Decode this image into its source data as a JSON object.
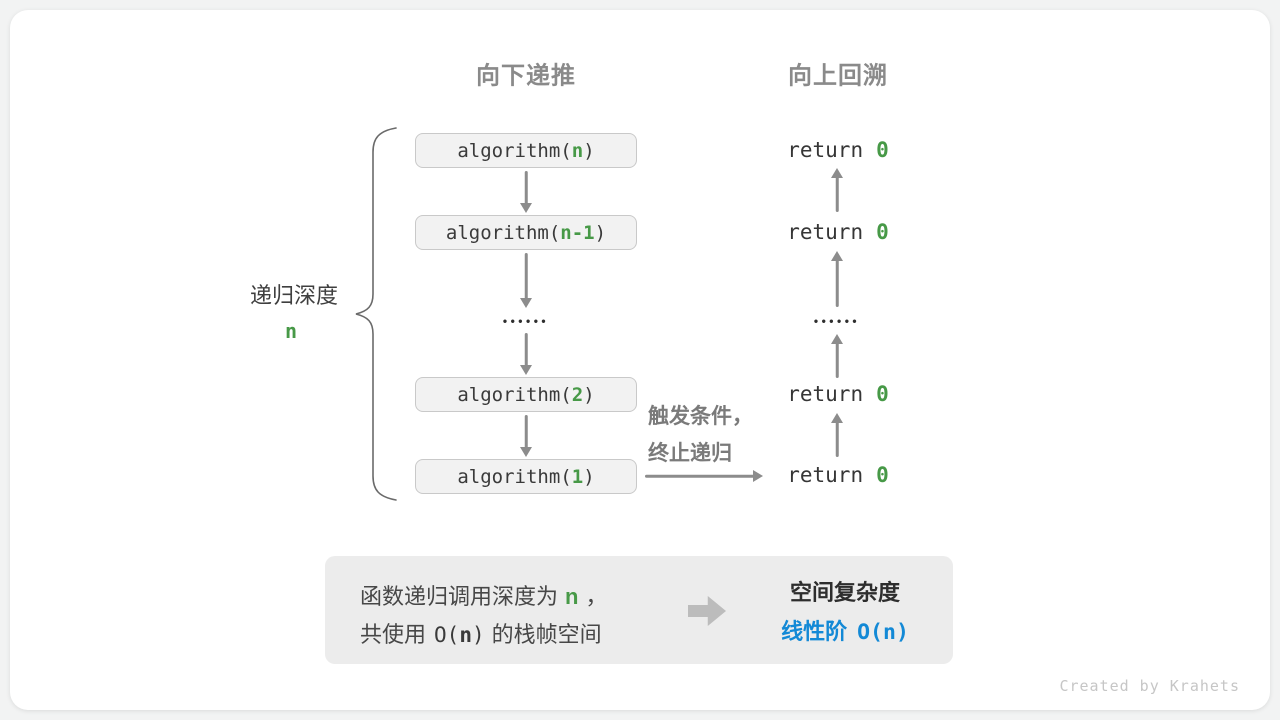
{
  "colors": {
    "green": "#479947",
    "blue": "#1389d6",
    "arrow_gray": "#8c8c8c",
    "box_bg": "#f2f2f2",
    "box_border": "#c9c9c9",
    "summary_bg": "#ececec"
  },
  "headers": {
    "left": "向下递推",
    "right": "向上回溯"
  },
  "left_label": {
    "title": "递归深度",
    "value": "n"
  },
  "call_stack": {
    "ellipsis": "••••••",
    "boxes": [
      {
        "prefix": "algorithm(",
        "arg": "n",
        "suffix": ")"
      },
      {
        "prefix": "algorithm(",
        "arg": "n-1",
        "suffix": ")"
      },
      {
        "prefix": "algorithm(",
        "arg": "2",
        "suffix": ")"
      },
      {
        "prefix": "algorithm(",
        "arg": "1",
        "suffix": ")"
      }
    ]
  },
  "returns": [
    {
      "keyword": "return",
      "value": "0"
    },
    {
      "keyword": "return",
      "value": "0"
    },
    {
      "keyword": "return",
      "value": "0"
    },
    {
      "keyword": "return",
      "value": "0"
    }
  ],
  "trigger_note": {
    "line1": "触发条件，",
    "line2": "终止递归"
  },
  "summary": {
    "line1_pre": "函数递归调用深度为",
    "line1_n": "n",
    "line1_post": "，",
    "line2_pre": "共使用",
    "line2_code_open": "O(",
    "line2_n": "n",
    "line2_code_close": ")",
    "line2_post": "的栈帧空间",
    "result_title": "空间复杂度",
    "result_label": "线性阶",
    "result_code": "O(n)"
  },
  "watermark": "Created by Krahets"
}
